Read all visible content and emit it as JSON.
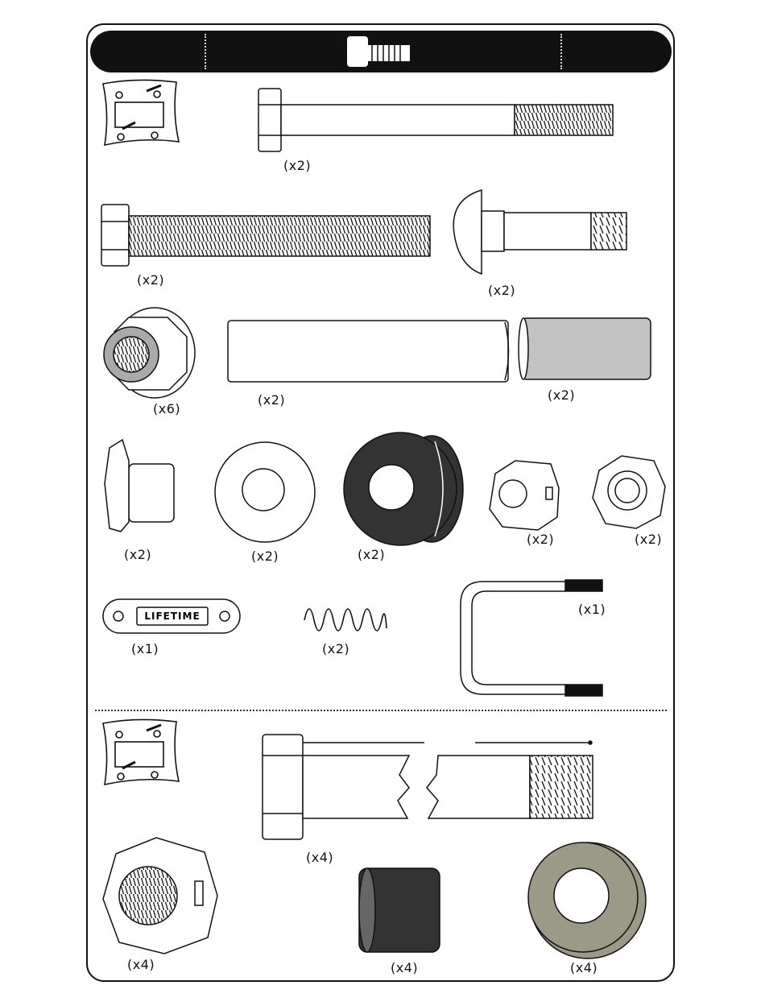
{
  "header": {
    "icon": "bolt-icon"
  },
  "logo_text": "LIFETIME",
  "parts": [
    {
      "id": "hex-bolt-short",
      "qty": "(x2)"
    },
    {
      "id": "threaded-bolt-long",
      "qty": "(x2)"
    },
    {
      "id": "carriage-bolt",
      "qty": "(x2)"
    },
    {
      "id": "lock-nut",
      "qty": "(x6)"
    },
    {
      "id": "spacer-tube-long",
      "qty": "(x2)"
    },
    {
      "id": "spacer-tube-gray",
      "qty": "(x2)"
    },
    {
      "id": "flange-bushing",
      "qty": "(x2)"
    },
    {
      "id": "flat-washer",
      "qty": "(x2)"
    },
    {
      "id": "rubber-washer",
      "qty": "(x2)"
    },
    {
      "id": "hex-nut-slotted",
      "qty": "(x2)"
    },
    {
      "id": "hex-nut",
      "qty": "(x2)"
    },
    {
      "id": "logo-plate",
      "qty": "(x1)"
    },
    {
      "id": "spring",
      "qty": "(x2)"
    },
    {
      "id": "u-bolt",
      "qty": "(x1)"
    },
    {
      "id": "hex-bolt-large",
      "qty": "(x4)"
    },
    {
      "id": "large-hex-nut",
      "qty": "(x4)"
    },
    {
      "id": "black-spacer",
      "qty": "(x4)"
    },
    {
      "id": "gray-washer",
      "qty": "(x4)"
    }
  ],
  "colors": {
    "line": "#111111",
    "gray_tube": "#c2c2c2",
    "dark": "#333333",
    "gray_washer": "#9a9a87"
  }
}
